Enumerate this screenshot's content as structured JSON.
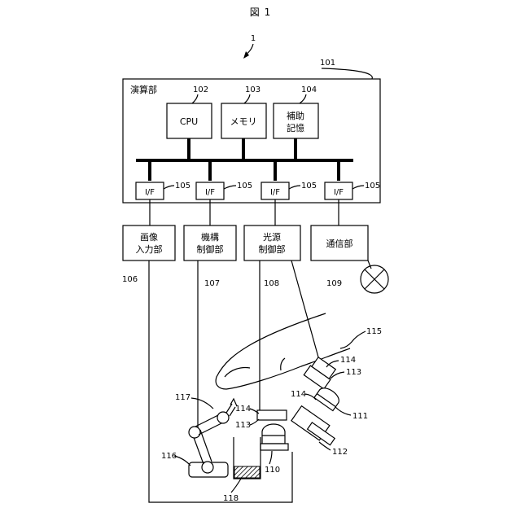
{
  "figure": {
    "title": "図 1",
    "system_ref": "1"
  },
  "processor": {
    "title": "演算部",
    "ref": "101",
    "cpu": {
      "label": "CPU",
      "ref": "102"
    },
    "memory": {
      "label": "メモリ",
      "ref": "103"
    },
    "aux": {
      "line1": "補助",
      "line2": "記憶",
      "ref": "104"
    },
    "interfaces": [
      {
        "label": "I/F",
        "ref": "105"
      },
      {
        "label": "I/F",
        "ref": "105"
      },
      {
        "label": "I/F",
        "ref": "105"
      },
      {
        "label": "I/F",
        "ref": "105"
      }
    ]
  },
  "units": [
    {
      "line1": "画像",
      "line2": "入力部",
      "ref": "106"
    },
    {
      "line1": "機構",
      "line2": "制御部",
      "ref": "107"
    },
    {
      "line1": "光源",
      "line2": "制御部",
      "ref": "108"
    },
    {
      "line1": "通信部",
      "line2": "",
      "ref": "109"
    }
  ],
  "apparatus_refs": {
    "r110": "110",
    "r111": "111",
    "r112": "112",
    "r113a": "113",
    "r113b": "113",
    "r114a": "114",
    "r114b": "114",
    "r114c": "114",
    "r115": "115",
    "r116": "116",
    "r117": "117",
    "r118": "118"
  }
}
